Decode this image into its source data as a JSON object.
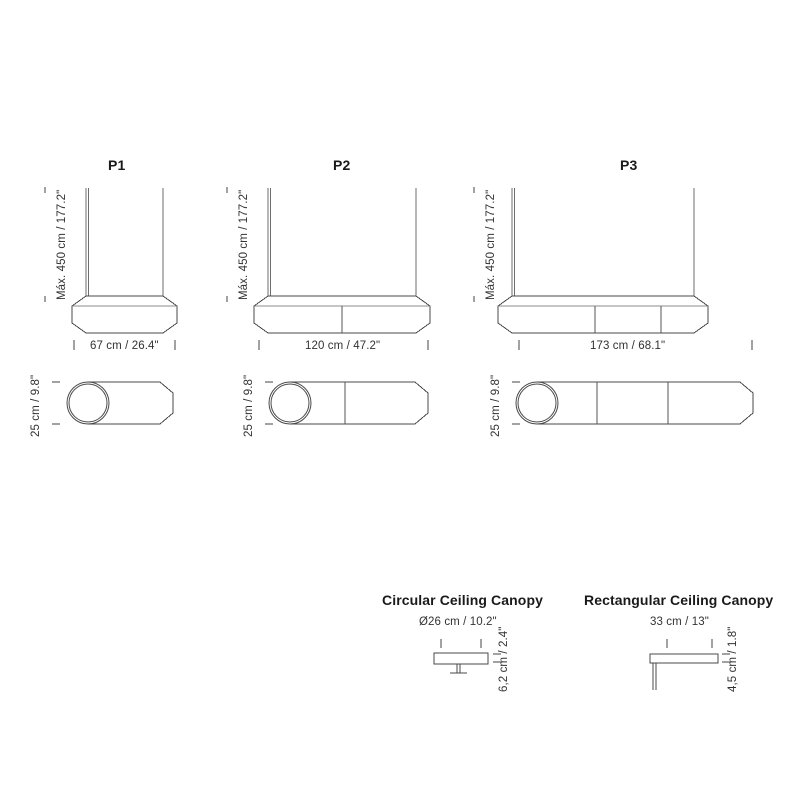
{
  "drawing": {
    "type": "technical-dimension-drawing",
    "subject": "Pendant lamp size variants and ceiling canopies",
    "background_color": "#ffffff",
    "line_color": "#4a4a4a",
    "text_color": "#1a1a1a"
  },
  "models": [
    {
      "id": "p1",
      "title": "P1",
      "segments": 1,
      "height_label": "Máx. 450 cm / 177.2\"",
      "width_label": "67 cm / 26.4\"",
      "depth_label": "25 cm / 9.8\""
    },
    {
      "id": "p2",
      "title": "P2",
      "segments": 2,
      "height_label": "Máx. 450 cm / 177.2\"",
      "width_label": "120 cm / 47.2\"",
      "depth_label": "25 cm / 9.8\""
    },
    {
      "id": "p3",
      "title": "P3",
      "segments": 3,
      "height_label": "Máx. 450 cm / 177.2\"",
      "width_label": "173 cm / 68.1\"",
      "depth_label": "25 cm / 9.8\""
    }
  ],
  "canopies": [
    {
      "id": "circular",
      "title": "Circular Ceiling Canopy",
      "width_label": "Ø26 cm / 10.2\"",
      "height_label": "6,2 cm / 2.4\""
    },
    {
      "id": "rectangular",
      "title": "Rectangular Ceiling Canopy",
      "width_label": "33 cm / 13\"",
      "height_label": "4,5 cm / 1.8\""
    }
  ]
}
